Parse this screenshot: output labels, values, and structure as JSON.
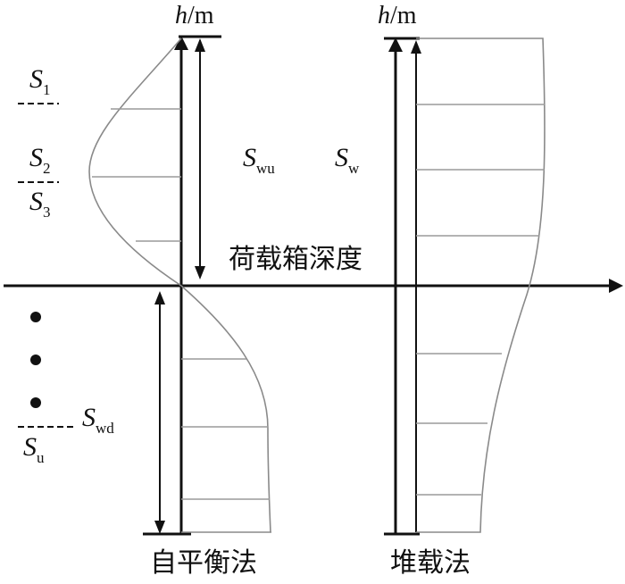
{
  "axis_label_left": {
    "var": "h",
    "unit": "/m"
  },
  "axis_label_right": {
    "var": "h",
    "unit": "/m"
  },
  "horizontal_axis_label": "荷载箱深度",
  "layers": {
    "s1": {
      "main": "S",
      "sub": "1"
    },
    "s2": {
      "main": "S",
      "sub": "2"
    },
    "s3": {
      "main": "S",
      "sub": "3"
    },
    "su": {
      "main": "S",
      "sub": "u"
    }
  },
  "swu": {
    "main": "S",
    "sub": "wu"
  },
  "sw": {
    "main": "S",
    "sub": "w"
  },
  "swd": {
    "main": "S",
    "sub": "wd"
  },
  "method_left": "自平衡法",
  "method_right": "堆载法",
  "colors": {
    "ink": "#111111",
    "curve": "#8a8a8a",
    "hatch": "#9a9a9a"
  }
}
